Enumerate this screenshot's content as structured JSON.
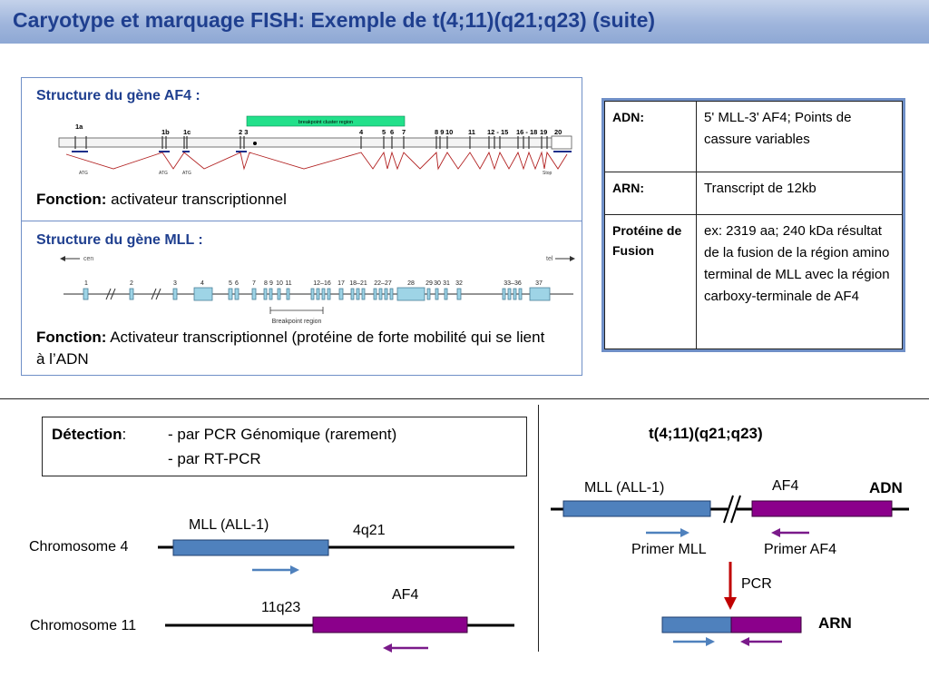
{
  "title": "Caryotype et marquage FISH: Exemple de t(4;11)(q21;q23) (suite)",
  "af4_section": {
    "heading": "Structure du gène AF4 :",
    "function_label": "Fonction:",
    "function_text": " activateur transcriptionnel",
    "diagram": {
      "exon_labels": [
        "1a",
        "1b",
        "1c",
        "2 3",
        "4",
        "5",
        "6",
        "7",
        "8 9",
        "10",
        "11",
        "12 - 15",
        "16 - 18",
        "19",
        "20"
      ],
      "small_labels": [
        "ATG",
        "ATG",
        "ATG",
        "Stop"
      ],
      "bcr_label": "breakpoint cluster region",
      "colors": {
        "bcr": "#22e08a",
        "splice": "#b22222",
        "line": "#555555"
      }
    }
  },
  "mll_section": {
    "heading": "Structure du gène MLL :",
    "function_label": "Fonction:",
    "function_text": " Activateur transcriptionnel (protéine de forte mobilité qui se lient à l’ADN",
    "diagram": {
      "cen_label": "cen",
      "tel_label": "tel",
      "exon_labels": [
        "1",
        "2",
        "3",
        "4",
        "5",
        "6",
        "7",
        "8",
        "9",
        "10",
        "11",
        "12–16",
        "17",
        "18–21",
        "22–27",
        "28",
        "29",
        "30",
        "31",
        "32",
        "33–36",
        "37"
      ],
      "breakpoint_label": "Breakpoint region",
      "colors": {
        "exon": "#9ed4e6",
        "exon_border": "#4a7f99"
      }
    }
  },
  "info_table": {
    "rows": [
      {
        "label": "ADN:",
        "value": "5' MLL-3' AF4; Points de cassure variables"
      },
      {
        "label": "ARN:",
        "value": "Transcript de 12kb"
      },
      {
        "label": "Protéine de Fusion",
        "value": "ex: 2319 aa; 240 kDa résultat de la fusion de la région amino terminal de MLL avec la région carboxy-terminale de AF4"
      }
    ]
  },
  "detection": {
    "label": "Détection",
    "colon": ":",
    "methods": [
      "- par PCR Génomique (rarement)",
      "- par RT-PCR"
    ]
  },
  "chromosomes": {
    "chr4_label": "Chromosome 4",
    "chr4_gene": "MLL (ALL-1)",
    "chr4_band": "4q21",
    "chr11_label": "Chromosome 11",
    "chr11_band": "11q23",
    "chr11_gene": "AF4"
  },
  "translocation": {
    "title": "t(4;11)(q21;q23)",
    "mll_label": "MLL (ALL-1)",
    "af4_label": "AF4",
    "adn_label": "ADN",
    "primer_mll": "Primer MLL",
    "primer_af4": "Primer AF4",
    "pcr_label": "PCR",
    "arn_label": "ARN"
  },
  "colors": {
    "title": "#1f3f8f",
    "mll_blue": "#4f81bd",
    "af4_purple": "#8b008b",
    "arrow_blue": "#4f81bd",
    "arrow_purple": "#7a1a8a",
    "pcr_red": "#c00000"
  }
}
